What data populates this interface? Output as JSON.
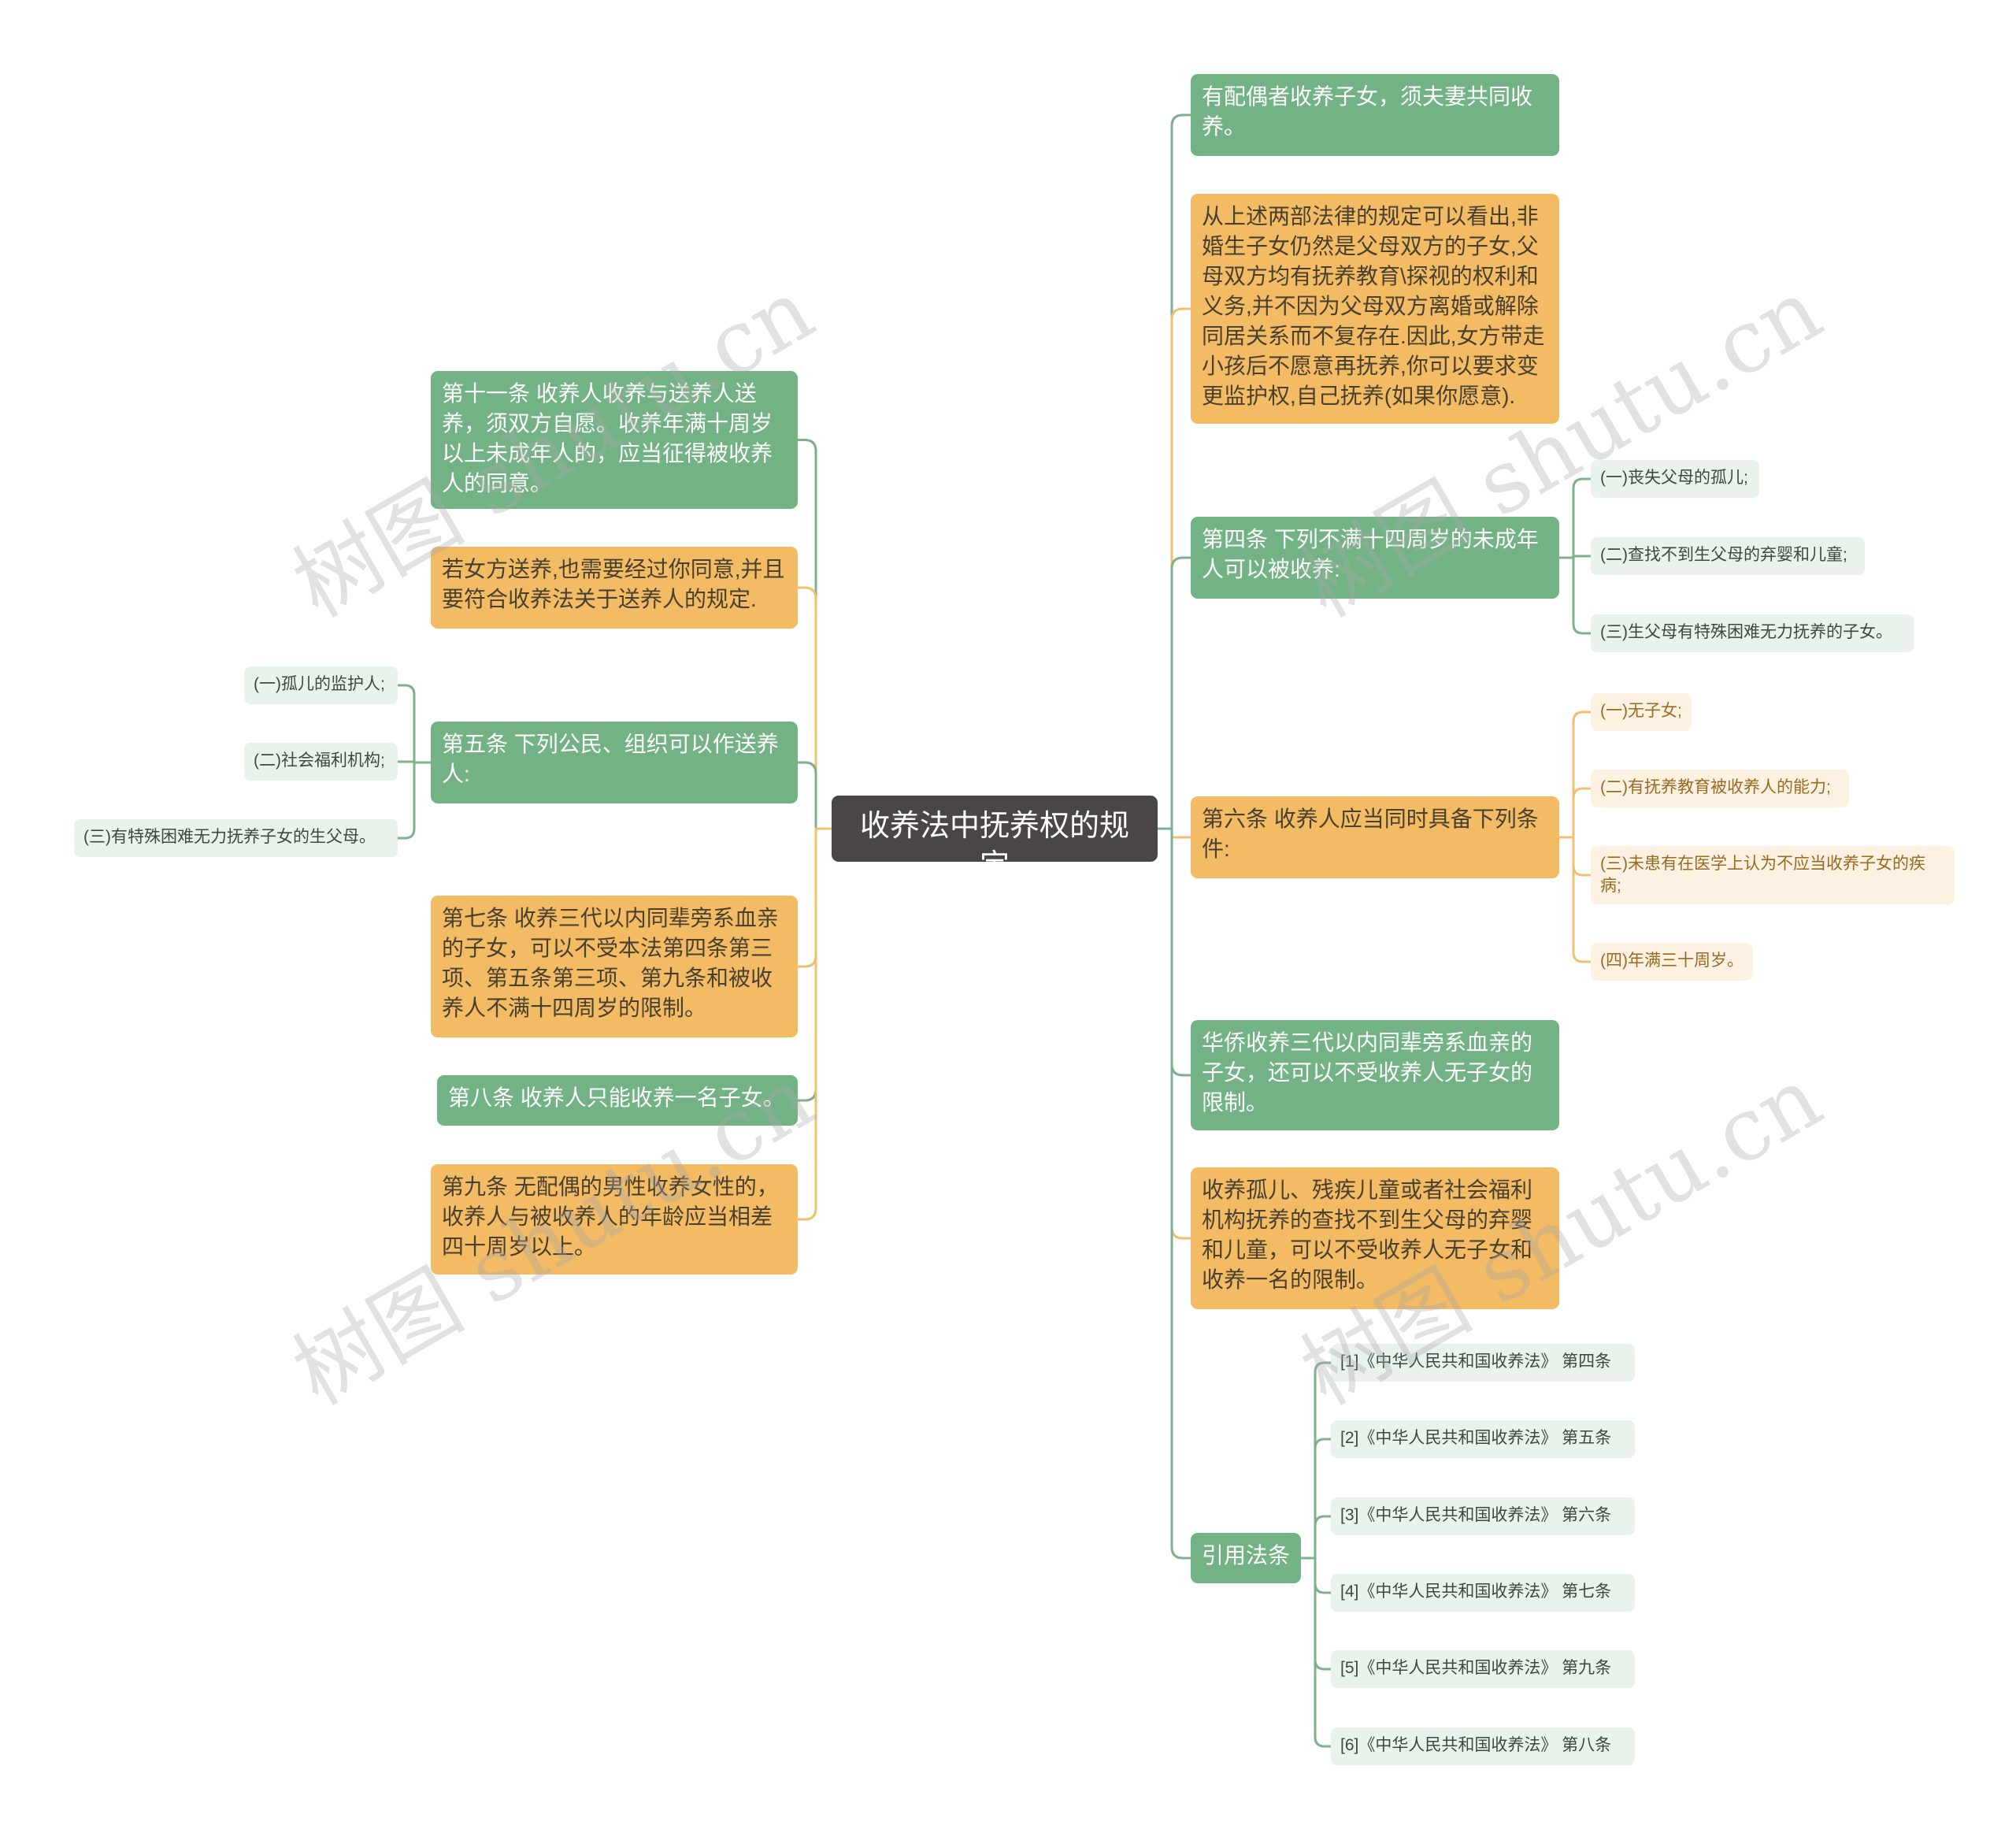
{
  "root": {
    "label": "收养法中抚养权的规定"
  },
  "left_nodes": [
    {
      "label": "第十一条 收养人收养与送养人送养，须双方自愿。收养年满十周岁以上未成年人的，应当征得被收养人的同意。"
    },
    {
      "label": "若女方送养,也需要经过你同意,并且要符合收养法关于送养人的规定."
    },
    {
      "label": "第五条 下列公民、组织可以作送养人:"
    },
    {
      "label": "第七条 收养三代以内同辈旁系血亲的子女，可以不受本法第四条第三项、第五条第三项、第九条和被收养人不满十四周岁的限制。"
    },
    {
      "label": "第八条 收养人只能收养一名子女。"
    },
    {
      "label": "第九条 无配偶的男性收养女性的，收养人与被收养人的年龄应当相差四十周岁以上。"
    }
  ],
  "article5_children": [
    {
      "label": "(一)孤儿的监护人;"
    },
    {
      "label": "(二)社会福利机构;"
    },
    {
      "label": "(三)有特殊困难无力抚养子女的生父母。"
    }
  ],
  "right_nodes": [
    {
      "label": "有配偶者收养子女，须夫妻共同收养。"
    },
    {
      "label": "从上述两部法律的规定可以看出,非婚生子女仍然是父母双方的子女,父母双方均有抚养教育\\探视的权利和义务,并不因为父母双方离婚或解除同居关系而不复存在.因此,女方带走小孩后不愿意再抚养,你可以要求变更监护权,自己抚养(如果你愿意)."
    },
    {
      "label": "第四条 下列不满十四周岁的未成年人可以被收养:"
    },
    {
      "label": "第六条 收养人应当同时具备下列条件:"
    },
    {
      "label": "华侨收养三代以内同辈旁系血亲的子女，还可以不受收养人无子女的限制。"
    },
    {
      "label": "收养孤儿、残疾儿童或者社会福利机构抚养的查找不到生父母的弃婴和儿童，可以不受收养人无子女和收养一名的限制。"
    },
    {
      "label": "引用法条"
    }
  ],
  "article4_children": [
    {
      "label": "(一)丧失父母的孤儿;"
    },
    {
      "label": "(二)查找不到生父母的弃婴和儿童;"
    },
    {
      "label": "(三)生父母有特殊困难无力抚养的子女。"
    }
  ],
  "article6_children": [
    {
      "label": "(一)无子女;"
    },
    {
      "label": "(二)有抚养教育被收养人的能力;"
    },
    {
      "label": "(三)未患有在医学上认为不应当收养子女的疾病;"
    },
    {
      "label": "(四)年满三十周岁。"
    }
  ],
  "citations": [
    {
      "label": "[1]《中华人民共和国收养法》 第四条"
    },
    {
      "label": "[2]《中华人民共和国收养法》 第五条"
    },
    {
      "label": "[3]《中华人民共和国收养法》 第六条"
    },
    {
      "label": "[4]《中华人民共和国收养法》 第七条"
    },
    {
      "label": "[5]《中华人民共和国收养法》 第九条"
    },
    {
      "label": "[6]《中华人民共和国收养法》 第八条"
    }
  ],
  "watermark": "树图 shutu.cn",
  "colors": {
    "root": "#4a4546",
    "green": "#72b285",
    "orange": "#f2bb64",
    "leaf_green": "#eaf2ec",
    "leaf_orange": "#fdf1e2",
    "line_green": "#7fb08c",
    "line_orange": "#f0c070"
  }
}
